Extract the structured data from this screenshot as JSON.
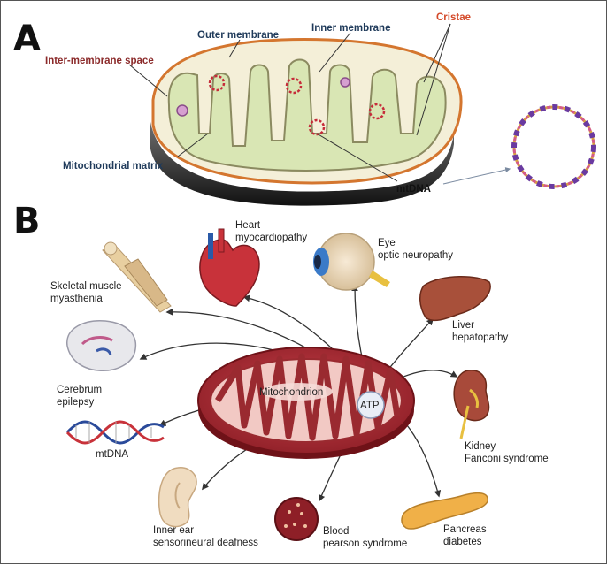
{
  "panel_a": {
    "letter": "A",
    "labels": {
      "outer_membrane": "Outer membrane",
      "inner_membrane": "Inner membrane",
      "cristae": "Cristae",
      "intermembrane_space": "Inter-membrane space",
      "matrix": "Mitochondrial matrix",
      "mtdna": "mtDNA"
    },
    "colors": {
      "dark_red": "#8b2a2a",
      "navy": "#1f3a5a",
      "orange_red": "#d44a2a"
    }
  },
  "panel_b": {
    "letter": "B",
    "center": {
      "label": "Mitochondrion",
      "atp": "ATP"
    },
    "organs": {
      "heart": {
        "name": "Heart",
        "disease": "myocardiopathy"
      },
      "eye": {
        "name": "Eye",
        "disease": "optic neuropathy"
      },
      "muscle": {
        "name": "Skeletal muscle",
        "disease": "myasthenia"
      },
      "liver": {
        "name": "Liver",
        "disease": "hepatopathy"
      },
      "brain": {
        "name": "Cerebrum",
        "disease": "epilepsy"
      },
      "kidney": {
        "name": "Kidney",
        "disease": "Fanconi syndrome"
      },
      "dna": {
        "name": "mtDNA"
      },
      "ear": {
        "name": "Inner ear",
        "disease": "sensorineural deafness"
      },
      "blood": {
        "name": "Blood",
        "disease": "pearson syndrome"
      },
      "pancreas": {
        "name": "Pancreas",
        "disease": "diabetes"
      }
    }
  }
}
